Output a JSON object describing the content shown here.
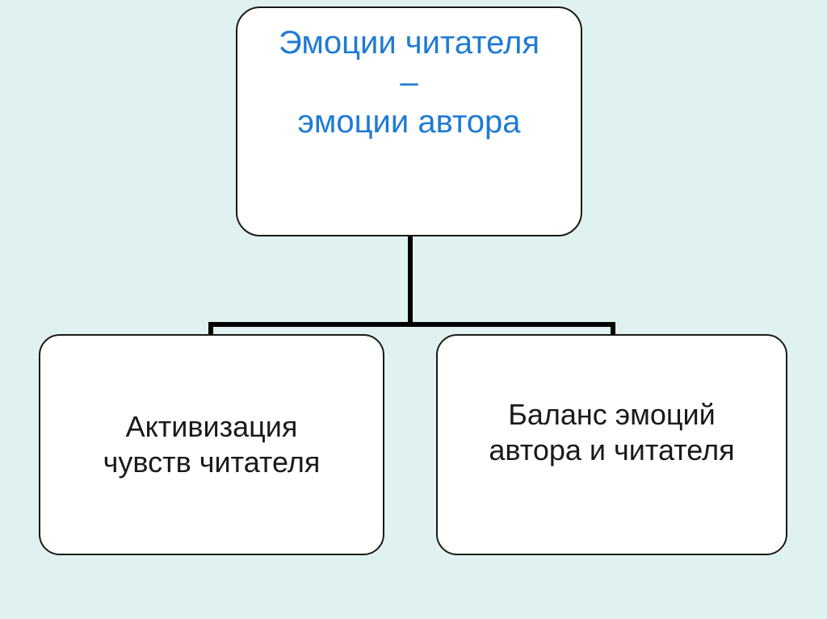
{
  "diagram": {
    "background_color": "#dff2f0",
    "root": {
      "line1": "Эмоции читателя",
      "line2": "–",
      "line3": "эмоции автора",
      "text_color": "#1f7ad4"
    },
    "children": [
      {
        "line1": "Активизация",
        "line2": "чувств читателя",
        "text_color": "#1a1a1a"
      },
      {
        "line1": "Баланс эмоций",
        "line2": "автора и читателя",
        "text_color": "#1a1a1a"
      }
    ],
    "connector_color": "#000000"
  }
}
